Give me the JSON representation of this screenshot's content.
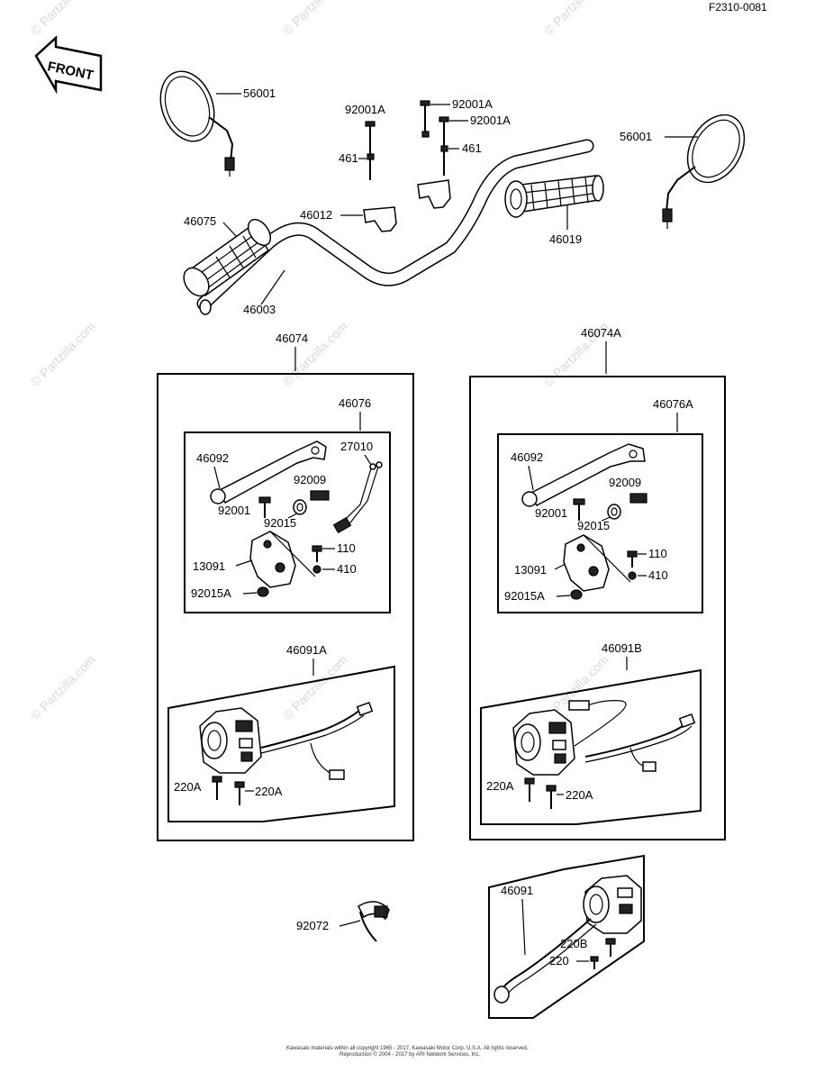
{
  "diagram_code": "F2310-0081",
  "front_label": "FRONT",
  "watermark": "© Partzilla.com",
  "copyright_line1": "Kawasaki materials within all copyright 1965 - 2017, Kawasaki Motor Corp. U.S.A. All rights reserved.",
  "copyright_line2": "Reproduction © 2004 - 2017 by ARI Network Services, Inc.",
  "labels": {
    "mirror_left": "56001",
    "mirror_right": "56001",
    "bolt_left": "92001A",
    "bolt_right_top": "92001A",
    "bolt_right": "92001A",
    "washer_left": "461",
    "washer_right": "461",
    "holder": "46012",
    "grip_left": "46075",
    "grip_right": "46019",
    "handlebar": "46003",
    "assy_left": "46074",
    "assy_right": "46074A",
    "lever_assy_left": "46076",
    "lever_assy_right": "46076A",
    "lever_left": "46092",
    "lever_right": "46092",
    "switch_27010": "27010",
    "bolt_92009_left": "92009",
    "bolt_92009_right": "92009",
    "bolt_92001_left": "92001",
    "bolt_92001_right": "92001",
    "washer_92015_left": "92015",
    "washer_92015_right": "92015",
    "screw_110_left": "110",
    "screw_110_right": "110",
    "nut_410_left": "410",
    "nut_410_right": "410",
    "bracket_left": "13091",
    "bracket_right": "13091",
    "washer_92015A_left": "92015A",
    "washer_92015A_right": "92015A",
    "switch_left": "46091A",
    "switch_right": "46091B",
    "screw_220A_l1": "220A",
    "screw_220A_l2": "220A",
    "screw_220A_r1": "220A",
    "screw_220A_r2": "220A",
    "clamp": "92072",
    "switch_bottom": "46091",
    "screw_220B": "220B",
    "screw_220": "220"
  }
}
